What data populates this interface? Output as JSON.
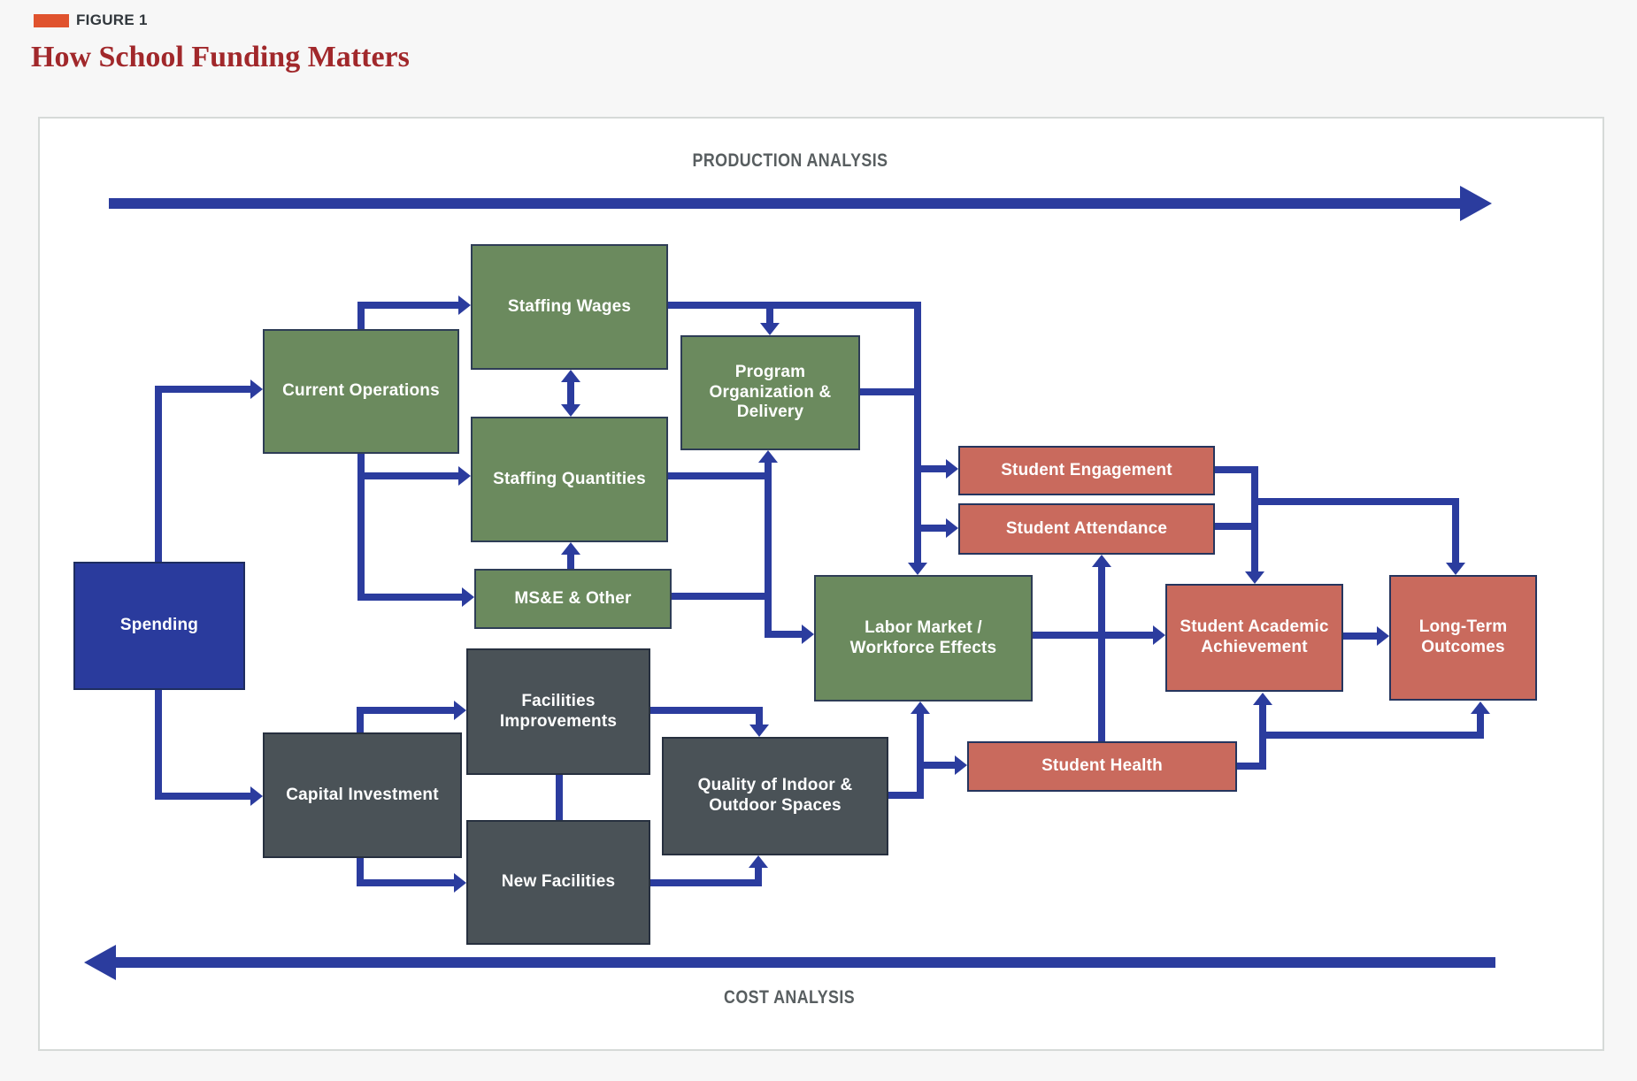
{
  "figure": {
    "tag": "FIGURE 1",
    "title": "How School Funding Matters"
  },
  "axes": {
    "top": "PRODUCTION ANALYSIS",
    "bottom": "COST ANALYSIS"
  },
  "colors": {
    "arrow_blue": "#2b3c9e",
    "spending_blue": "#2a3b9d",
    "operations_green": "#6b8a5e",
    "capital_dark": "#4a5257",
    "outcome_salmon": "#c96a5d",
    "figure_swatch": "#e0532e",
    "title_red": "#a1282b",
    "axis_label_gray": "#585e60"
  },
  "nodes": {
    "spending": {
      "label": "Spending"
    },
    "current_operations": {
      "label": "Current Operations"
    },
    "capital_investment": {
      "label": "Capital Investment"
    },
    "staffing_wages": {
      "label": "Staffing Wages"
    },
    "staffing_quantities": {
      "label": "Staffing Quantities"
    },
    "mse_other": {
      "label": "MS&E & Other"
    },
    "program_org": {
      "label": "Program Organization & Delivery"
    },
    "facilities_improvements": {
      "label": "Facilities Improvements"
    },
    "new_facilities": {
      "label": "New Facilities"
    },
    "quality_spaces": {
      "label": "Quality of Indoor & Outdoor Spaces"
    },
    "labor_market": {
      "label": "Labor Market / Workforce Effects"
    },
    "student_engagement": {
      "label": "Student Engagement"
    },
    "student_attendance": {
      "label": "Student Attendance"
    },
    "student_health": {
      "label": "Student Health"
    },
    "student_academic": {
      "label": "Student Academic Achievement"
    },
    "long_term": {
      "label": "Long-Term Outcomes"
    }
  }
}
